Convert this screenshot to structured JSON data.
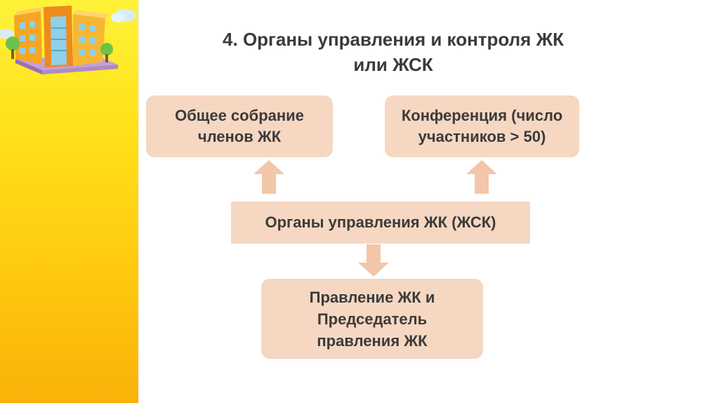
{
  "slide": {
    "title": "4. Органы управления и контроля ЖК\nили ЖСК",
    "colors": {
      "box_fill": "#f6d7c2",
      "arrow_fill": "#f2c6a8",
      "sidebar": "#ffd21a",
      "text": "#3b3b3b"
    }
  },
  "diagram": {
    "nodes": {
      "general_meeting": "Общее собрание\nчленов ЖК",
      "conference": "Конференция (число\nучастников > 50)",
      "governing_bodies": "Органы управления ЖК (ЖСК)",
      "board": "Правление ЖК и\nПредседатель\nправления ЖК"
    },
    "edges": [
      {
        "from": "governing_bodies",
        "to": "general_meeting"
      },
      {
        "from": "governing_bodies",
        "to": "conference"
      },
      {
        "from": "governing_bodies",
        "to": "board"
      }
    ]
  }
}
